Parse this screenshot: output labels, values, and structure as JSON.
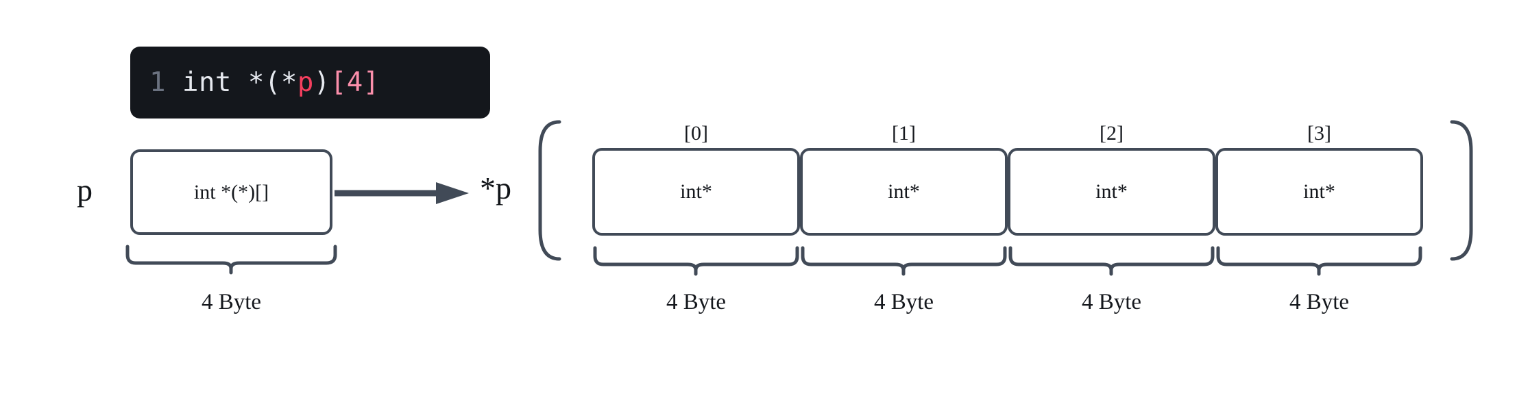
{
  "code": {
    "line_number": "1",
    "tokens": [
      {
        "text": "int *(*",
        "kind": "plain"
      },
      {
        "text": "p",
        "kind": "variable"
      },
      {
        "text": ")",
        "kind": "plain"
      },
      {
        "text": "[4]",
        "kind": "index"
      }
    ],
    "full_text": "int *(*p)[4]",
    "background": "#14171c",
    "variable_color": "#f43f5e",
    "index_color": "#fb8fab",
    "plain_color": "#e6e9ef",
    "line_number_color": "#6b7280"
  },
  "diagram": {
    "stroke_color": "#414a57",
    "pointer": {
      "label": "p",
      "box_text": "int *(*)[]",
      "size_label": "4 Byte"
    },
    "arrow": {
      "name": "points-to-arrow"
    },
    "target": {
      "label": "*p",
      "cells": [
        {
          "index_label": "[0]",
          "type_text": "int*",
          "size_label": "4 Byte"
        },
        {
          "index_label": "[1]",
          "type_text": "int*",
          "size_label": "4 Byte"
        },
        {
          "index_label": "[2]",
          "type_text": "int*",
          "size_label": "4 Byte"
        },
        {
          "index_label": "[3]",
          "type_text": "int*",
          "size_label": "4 Byte"
        }
      ]
    }
  }
}
